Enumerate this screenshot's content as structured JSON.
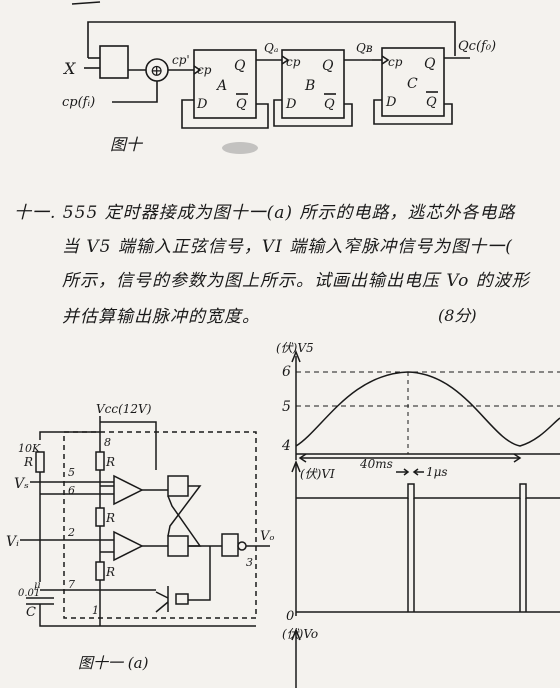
{
  "fig10": {
    "input_x": "X",
    "input_cp": "cp(fᵢ)",
    "xor_symbol": "⊕",
    "cp_prime": "cp'",
    "ff_a": {
      "cp": "cp",
      "q": "Q",
      "d": "D",
      "qbar": "Q",
      "name": "A"
    },
    "ff_b": {
      "cp": "cp",
      "q": "Q",
      "d": "D",
      "qbar": "Q",
      "name": "B"
    },
    "ff_c": {
      "cp": "cp",
      "q": "Q",
      "d": "D",
      "qbar": "Q",
      "name": "C"
    },
    "qa": "Qₐ",
    "qb": "Qʙ",
    "qc": "Qc(f₀)",
    "caption": "图十"
  },
  "problem": {
    "line1": "十一. 555 定时器接成为图十一(a) 所示的电路，逃芯外各电路",
    "line2": "当 V5 端输入正弦信号，VI 端输入窄脉冲信号为图十一(",
    "line3": "所示，信号的参数为图上所示。试画出输出电压 Vo 的波形",
    "line4": "并估算输出脉冲的宽度。",
    "points": "(8分)"
  },
  "circuit": {
    "vcc": "Vcc(12V)",
    "pin8": "8",
    "r_top": "R",
    "r_mid": "R",
    "r_bot": "R",
    "r_ext_value": "10K",
    "r_ext": "R",
    "pin5": "5",
    "pin6": "6",
    "pin2": "2",
    "pin7": "7",
    "pin1": "1",
    "pin3": "3",
    "vs_label": "Vₛ",
    "vi_label": "Vᵢ",
    "vo_label": "Vₒ",
    "c_value": "0.01",
    "c_unit": "μ",
    "c_label": "C",
    "caption": "图十一 (a)"
  },
  "waveforms": {
    "vs_axis": "(伏)V5",
    "vs_ticks": [
      "6",
      "5",
      "4"
    ],
    "period": "40ms",
    "vi_axis": "(伏)VI",
    "pulse_width": "1μs",
    "zero": "0",
    "vo_axis": "(伏)Vo"
  }
}
